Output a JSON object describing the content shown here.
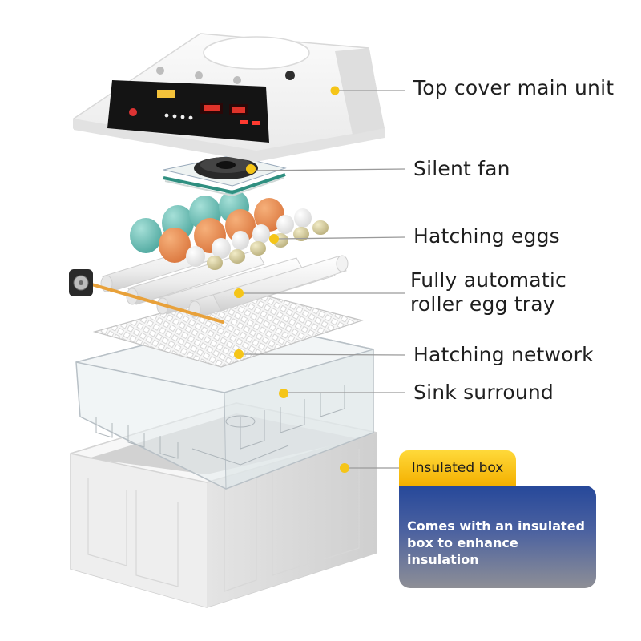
{
  "labels": {
    "top_cover": "Top cover main unit",
    "silent_fan": "Silent fan",
    "hatching_eggs": "Hatching eggs",
    "roller_tray_line1": "Fully automatic",
    "roller_tray_line2": "roller egg tray",
    "hatching_network": "Hatching network",
    "sink_surround": "Sink surround",
    "insulated_box": "Insulated box",
    "insulated_box_note": "Comes with an insulated\nbox to enhance insulation"
  },
  "colors": {
    "callout_dot": "#f5c518",
    "badge_yellow": "#ffd400",
    "note_blue": "#2c4c9c",
    "control_panel": "#141414",
    "fan_frame": "#2f8f80",
    "egg_teal": "#5fb8b0",
    "egg_orange": "#e98a4c",
    "egg_quail": "#d8d0a4"
  }
}
